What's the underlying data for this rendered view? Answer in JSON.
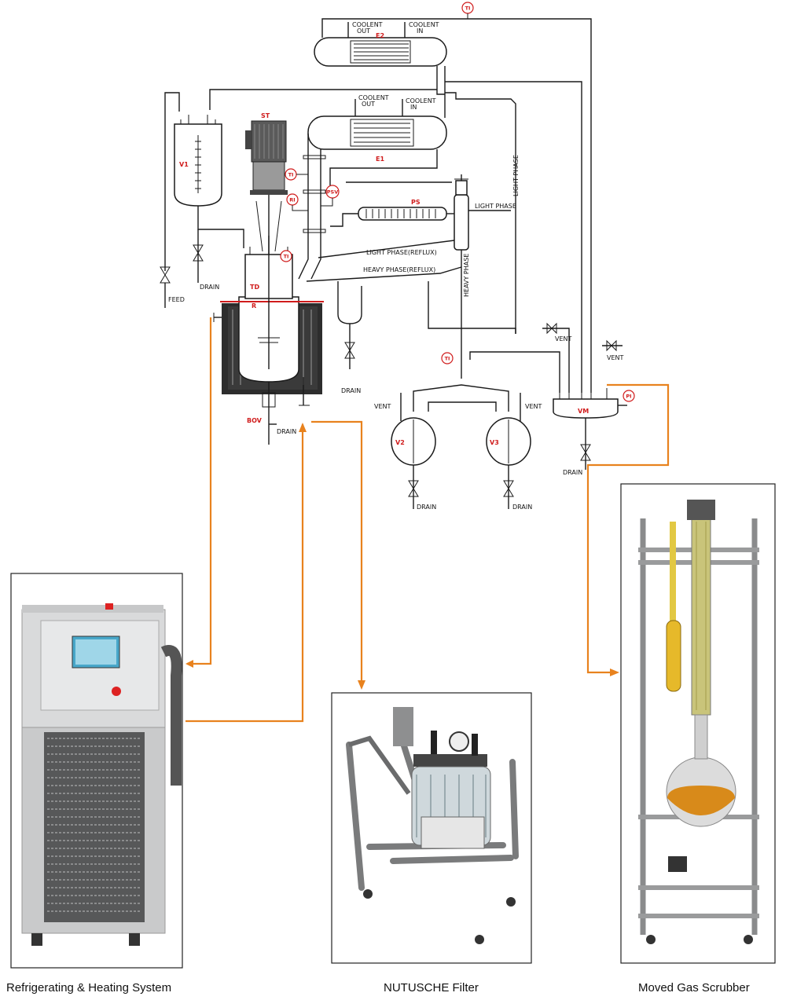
{
  "equipment_tags": {
    "st": "ST",
    "v1": "V1",
    "td": "TD",
    "r": "R",
    "bov": "BOV",
    "e1": "E1",
    "e2": "E2",
    "ps": "PS",
    "v2": "V2",
    "v3": "V3",
    "vm": "VM"
  },
  "instruments": {
    "ti": "TI",
    "ri": "RI",
    "psv": "PSV",
    "pi": "PI"
  },
  "labels": {
    "coolant_out": [
      "COOLENT",
      "OUT"
    ],
    "coolant_in": [
      "COOLENT",
      "IN"
    ],
    "drain": "DRAIN",
    "feed": "FEED",
    "vent": "VENT",
    "light_phase": "LIGHT PHASE",
    "light_phase_reflux": "LIGHT PHASE(REFLUX)",
    "heavy_phase_reflux": "HEAVY PHASE(REFLUX)",
    "heavy_phase": "HEAVY PHASE"
  },
  "captions": {
    "refrigerating": "Refrigerating & Heating System",
    "nutsche": "NUTUSCHE Filter",
    "scrubber": "Moved Gas Scrubber"
  },
  "colors": {
    "tag_red": "#d01c1c",
    "utility_line_orange": "#e8821e"
  }
}
